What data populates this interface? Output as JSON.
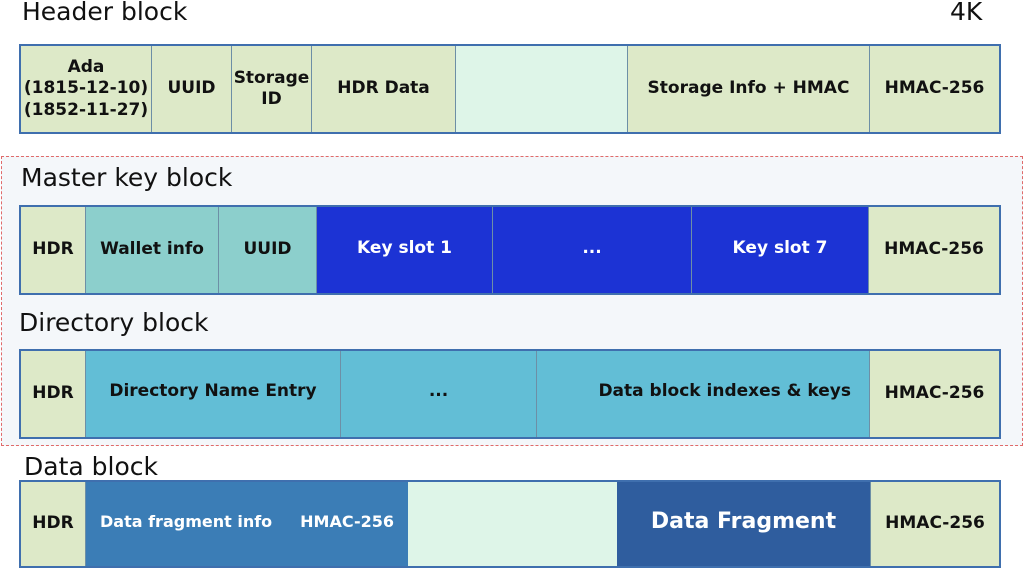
{
  "header_block": {
    "title": "Header block",
    "size": "4K",
    "cells": {
      "identity": [
        "Ada",
        "(1815-12-10)",
        "(1852-11-27)"
      ],
      "uuid": "UUID",
      "storage_id": [
        "Storage",
        "ID"
      ],
      "hdr_data": "HDR Data",
      "storage_info": "Storage Info + HMAC",
      "hmac": "HMAC-256"
    }
  },
  "master_key_block": {
    "title": "Master key block",
    "cells": {
      "hdr": "HDR",
      "wallet": "Wallet info",
      "uuid": "UUID",
      "key_slot_1": "Key slot 1",
      "ellipsis": "...",
      "key_slot_7": "Key slot 7",
      "hmac": "HMAC-256"
    }
  },
  "directory_block": {
    "title": "Directory block",
    "cells": {
      "hdr": "HDR",
      "name_entry": "Directory Name Entry",
      "ellipsis": "...",
      "indexes": "Data block indexes & keys",
      "hmac": "HMAC-256"
    }
  },
  "data_block": {
    "title": "Data block",
    "cells": {
      "hdr": "HDR",
      "fragment_info": "Data fragment info",
      "fragment_hmac": "HMAC-256",
      "fragment": "Data Fragment",
      "hmac": "HMAC-256"
    }
  }
}
